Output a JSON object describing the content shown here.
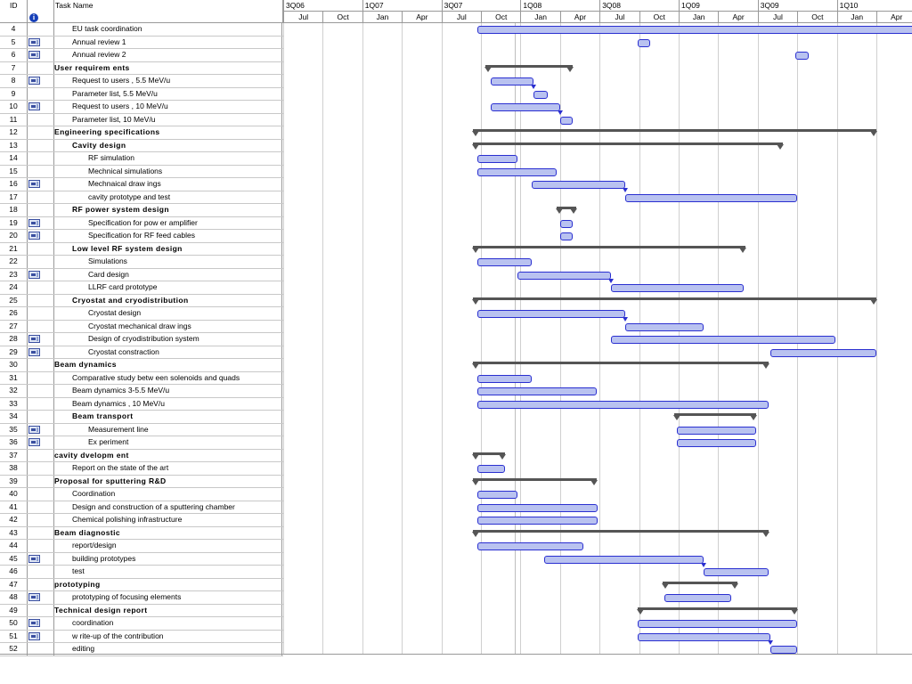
{
  "header": {
    "id_label": "ID",
    "name_label": "Task Name",
    "info_glyph": "i"
  },
  "colors": {
    "task_bar_fill": "#b9c2f0",
    "task_bar_border": "#2a2fd0",
    "summary_bar": "#555555"
  },
  "timescale": {
    "quarters": [
      "3Q06",
      "1Q07",
      "3Q07",
      "1Q08",
      "3Q08",
      "1Q09",
      "3Q09",
      "1Q10"
    ],
    "periods": [
      "Jul",
      "Oct",
      "Jan",
      "Apr",
      "Jul",
      "Oct",
      "Jan",
      "Apr",
      "Jul",
      "Oct",
      "Jan",
      "Apr",
      "Jul",
      "Oct",
      "Jan",
      "Apr"
    ]
  },
  "tasks": [
    {
      "id": "4",
      "name": "EU task coordination",
      "level": 1,
      "summary": false,
      "note": false,
      "bar": [
        2007.73,
        2011.0
      ]
    },
    {
      "id": "5",
      "name": "Annual review  1",
      "level": 1,
      "summary": false,
      "note": true,
      "bar": [
        2008.74,
        2008.82
      ]
    },
    {
      "id": "6",
      "name": "Annual review  2",
      "level": 1,
      "summary": false,
      "note": true,
      "bar": [
        2009.74,
        2009.82
      ]
    },
    {
      "id": "7",
      "name": "User requirem ents",
      "level": 0,
      "summary": true,
      "note": false,
      "bar": [
        2007.78,
        2008.33
      ]
    },
    {
      "id": "8",
      "name": "Request to users , 5.5 MeV/u",
      "level": 1,
      "summary": false,
      "note": true,
      "bar": [
        2007.81,
        2008.08
      ],
      "link": true
    },
    {
      "id": "9",
      "name": "Parameter list, 5.5 MeV/u",
      "level": 1,
      "summary": false,
      "note": false,
      "bar": [
        2008.08,
        2008.17
      ]
    },
    {
      "id": "10",
      "name": "Request to users , 10 MeV/u",
      "level": 1,
      "summary": false,
      "note": true,
      "bar": [
        2007.81,
        2008.25
      ],
      "link": true
    },
    {
      "id": "11",
      "name": "Parameter list, 10 MeV/u",
      "level": 1,
      "summary": false,
      "note": false,
      "bar": [
        2008.25,
        2008.33
      ]
    },
    {
      "id": "12",
      "name": "Engineering specifications",
      "level": 0,
      "summary": true,
      "note": false,
      "bar": [
        2007.7,
        2010.25
      ]
    },
    {
      "id": "13",
      "name": "Cavity design",
      "level": 1,
      "summary": true,
      "note": false,
      "bar": [
        2007.7,
        2009.66
      ]
    },
    {
      "id": "14",
      "name": "RF simulation",
      "level": 2,
      "summary": false,
      "note": false,
      "bar": [
        2007.73,
        2007.98
      ]
    },
    {
      "id": "15",
      "name": "Mechnical simulations",
      "level": 2,
      "summary": false,
      "note": false,
      "bar": [
        2007.73,
        2008.23
      ]
    },
    {
      "id": "16",
      "name": "Mechnaical draw ings",
      "level": 2,
      "summary": false,
      "note": true,
      "bar": [
        2008.07,
        2008.66
      ],
      "link": true
    },
    {
      "id": "17",
      "name": "cavity prototype and test",
      "level": 2,
      "summary": false,
      "note": false,
      "bar": [
        2008.66,
        2009.75
      ]
    },
    {
      "id": "18",
      "name": "RF power system  design",
      "level": 1,
      "summary": true,
      "note": false,
      "bar": [
        2008.23,
        2008.35
      ]
    },
    {
      "id": "19",
      "name": "Specification for pow er amplifier",
      "level": 2,
      "summary": false,
      "note": true,
      "bar": [
        2008.25,
        2008.33
      ]
    },
    {
      "id": "20",
      "name": "Specification for RF feed cables",
      "level": 2,
      "summary": false,
      "note": true,
      "bar": [
        2008.25,
        2008.33
      ]
    },
    {
      "id": "21",
      "name": "Low level RF system design",
      "level": 1,
      "summary": true,
      "note": false,
      "bar": [
        2007.7,
        2009.42
      ]
    },
    {
      "id": "22",
      "name": "Simulations",
      "level": 2,
      "summary": false,
      "note": false,
      "bar": [
        2007.73,
        2008.07
      ]
    },
    {
      "id": "23",
      "name": "Card design",
      "level": 2,
      "summary": false,
      "note": true,
      "bar": [
        2007.98,
        2008.57
      ],
      "link": true
    },
    {
      "id": "24",
      "name": "LLRF card prototype",
      "level": 2,
      "summary": false,
      "note": false,
      "bar": [
        2008.57,
        2009.41
      ]
    },
    {
      "id": "25",
      "name": "Cryostat and cryodistribution",
      "level": 1,
      "summary": true,
      "note": false,
      "bar": [
        2007.7,
        2010.25
      ]
    },
    {
      "id": "26",
      "name": "Cryostat design",
      "level": 2,
      "summary": false,
      "note": false,
      "bar": [
        2007.73,
        2008.66
      ],
      "link": true
    },
    {
      "id": "27",
      "name": "Cryostat mechanical draw ings",
      "level": 2,
      "summary": false,
      "note": false,
      "bar": [
        2008.66,
        2009.16
      ]
    },
    {
      "id": "28",
      "name": "Design of cryodistribution system",
      "level": 2,
      "summary": false,
      "note": true,
      "bar": [
        2008.57,
        2009.99
      ]
    },
    {
      "id": "29",
      "name": "Cryostat constraction",
      "level": 2,
      "summary": false,
      "note": true,
      "bar": [
        2009.58,
        2010.25
      ]
    },
    {
      "id": "30",
      "name": "Beam dynamics",
      "level": 0,
      "summary": true,
      "note": false,
      "bar": [
        2007.7,
        2009.57
      ]
    },
    {
      "id": "31",
      "name": "Comparative study betw een solenoids and quads",
      "level": 1,
      "summary": false,
      "note": false,
      "bar": [
        2007.73,
        2008.07
      ]
    },
    {
      "id": "32",
      "name": "Beam dynamics 3-5.5 MeV/u",
      "level": 1,
      "summary": false,
      "note": false,
      "bar": [
        2007.73,
        2008.48
      ]
    },
    {
      "id": "33",
      "name": "Beam dynamics , 10 MeV/u",
      "level": 1,
      "summary": false,
      "note": false,
      "bar": [
        2007.73,
        2009.57
      ]
    },
    {
      "id": "34",
      "name": "Beam transport",
      "level": 1,
      "summary": true,
      "note": false,
      "bar": [
        2008.97,
        2009.49
      ]
    },
    {
      "id": "35",
      "name": "Measurement line",
      "level": 2,
      "summary": false,
      "note": true,
      "bar": [
        2008.99,
        2009.49
      ]
    },
    {
      "id": "36",
      "name": "Ex periment",
      "level": 2,
      "summary": false,
      "note": true,
      "bar": [
        2008.99,
        2009.49
      ]
    },
    {
      "id": "37",
      "name": "cavity dvelopm ent",
      "level": 0,
      "summary": true,
      "note": false,
      "bar": [
        2007.7,
        2007.9
      ]
    },
    {
      "id": "38",
      "name": "Report on the state of the art",
      "level": 1,
      "summary": false,
      "note": false,
      "bar": [
        2007.73,
        2007.9
      ]
    },
    {
      "id": "39",
      "name": "Proposal for sputtering R&D",
      "level": 0,
      "summary": true,
      "note": false,
      "bar": [
        2007.7,
        2008.48
      ]
    },
    {
      "id": "40",
      "name": "Coordination",
      "level": 1,
      "summary": false,
      "note": false,
      "bar": [
        2007.73,
        2007.98
      ]
    },
    {
      "id": "41",
      "name": "Design and construction of a sputtering chamber",
      "level": 1,
      "summary": false,
      "note": false,
      "bar": [
        2007.73,
        2008.49
      ]
    },
    {
      "id": "42",
      "name": "Chemical polishing infrastructure",
      "level": 1,
      "summary": false,
      "note": false,
      "bar": [
        2007.73,
        2008.49
      ]
    },
    {
      "id": "43",
      "name": "Beam diagnostic",
      "level": 0,
      "summary": true,
      "note": false,
      "bar": [
        2007.7,
        2009.57
      ]
    },
    {
      "id": "44",
      "name": "report/design",
      "level": 1,
      "summary": false,
      "note": false,
      "bar": [
        2007.73,
        2008.4
      ]
    },
    {
      "id": "45",
      "name": "building prototypes",
      "level": 1,
      "summary": false,
      "note": true,
      "bar": [
        2008.15,
        2009.16
      ],
      "link": true
    },
    {
      "id": "46",
      "name": "test",
      "level": 1,
      "summary": false,
      "note": false,
      "bar": [
        2009.16,
        2009.57
      ]
    },
    {
      "id": "47",
      "name": "prototyping",
      "level": 0,
      "summary": true,
      "note": false,
      "bar": [
        2008.9,
        2009.37
      ]
    },
    {
      "id": "48",
      "name": "prototyping of focusing elements",
      "level": 1,
      "summary": false,
      "note": true,
      "bar": [
        2008.91,
        2009.33
      ]
    },
    {
      "id": "49",
      "name": "Technical design report",
      "level": 0,
      "summary": true,
      "note": false,
      "bar": [
        2008.74,
        2009.75
      ]
    },
    {
      "id": "50",
      "name": "coordination",
      "level": 1,
      "summary": false,
      "note": true,
      "bar": [
        2008.74,
        2009.75
      ]
    },
    {
      "id": "51",
      "name": "w rite-up of the contribution",
      "level": 1,
      "summary": false,
      "note": true,
      "bar": [
        2008.74,
        2009.58
      ],
      "link": true
    },
    {
      "id": "52",
      "name": "editing",
      "level": 1,
      "summary": false,
      "note": false,
      "bar": [
        2009.58,
        2009.75
      ]
    }
  ]
}
